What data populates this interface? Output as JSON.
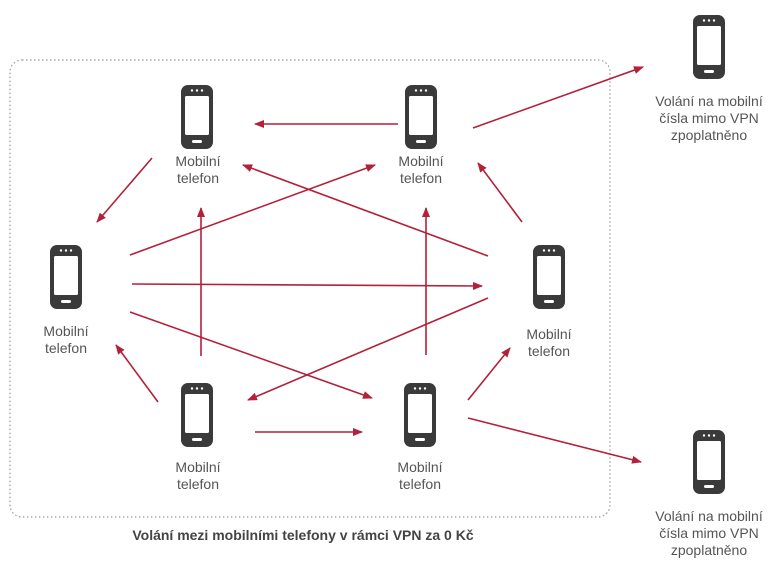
{
  "colors": {
    "arrow": "#b3203a",
    "phone": "#3a3a3a",
    "screen": "#ffffff",
    "border": "#999999",
    "text": "#555555"
  },
  "icons": {
    "phone": "mobile-phone-icon"
  },
  "vpn": {
    "phone_label_line1": "Mobilní",
    "phone_label_line2": "telefon",
    "caption": "Volání mezi mobilními telefony v rámci VPN za 0 Kč"
  },
  "external": {
    "label_line1": "Volání na mobilní",
    "label_line2": "čísla mimo VPN",
    "label_line3": "zpoplatněno"
  }
}
